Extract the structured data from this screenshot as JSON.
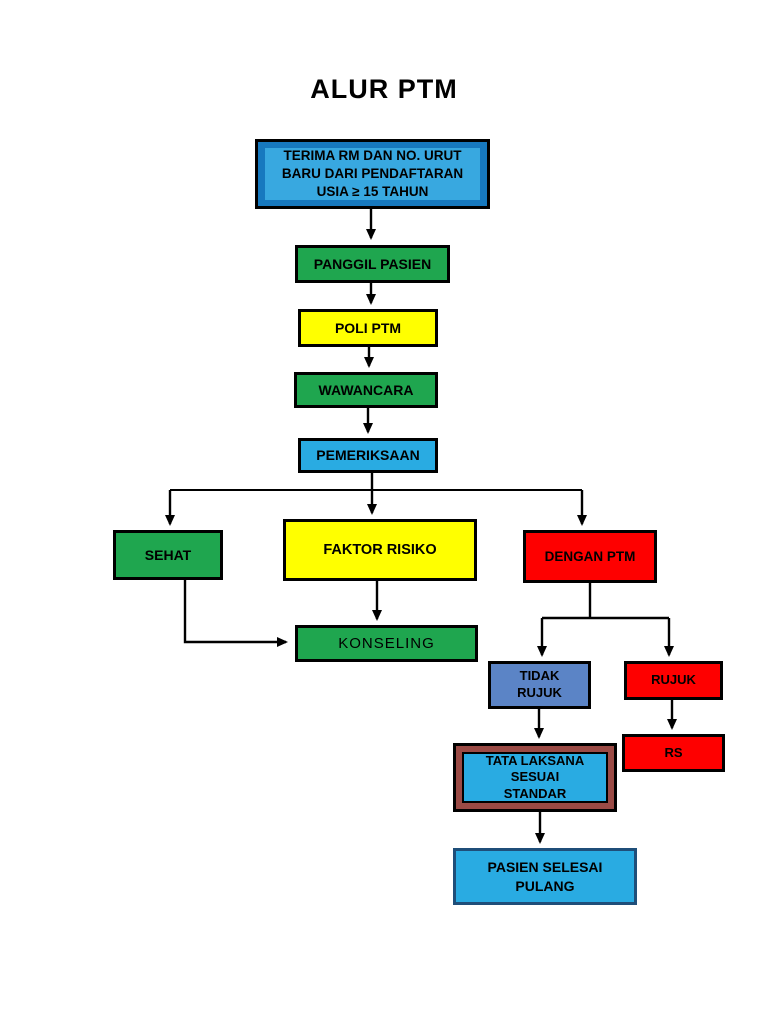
{
  "page": {
    "title": "ALUR PTM",
    "background": "#FFFFFF"
  },
  "colors": {
    "green": "#1FA64F",
    "yellow": "#FFFF00",
    "light_blue": "#29ABE2",
    "red": "#FE0000",
    "steel_blue": "#5B84C6",
    "dark_blue_band": "#1779BF",
    "inner_blue": "#38A8E0",
    "maroon_frame": "#9A4A45",
    "navy_border": "#1F4E79",
    "line": "#000000"
  },
  "flowchart": {
    "nodes": {
      "terima": {
        "label": "TERIMA RM DAN NO. URUT\nBARU DARI PENDAFTARAN\nUSIA ≥ 15 TAHUN",
        "fill": "#1779BF",
        "inner_fill": "#38A8E0",
        "border": "#000000"
      },
      "panggil": {
        "label": "PANGGIL PASIEN",
        "fill": "#1FA64F",
        "border": "#000000"
      },
      "poli": {
        "label": "POLI PTM",
        "fill": "#FFFF00",
        "border": "#000000"
      },
      "wawancara": {
        "label": "WAWANCARA",
        "fill": "#1FA64F",
        "border": "#000000"
      },
      "pemeriksaan": {
        "label": "PEMERIKSAAN",
        "fill": "#29ABE2",
        "border": "#000000"
      },
      "sehat": {
        "label": "SEHAT",
        "fill": "#1FA64F",
        "border": "#000000"
      },
      "faktor": {
        "label": "FAKTOR RISIKO",
        "fill": "#FFFF00",
        "border": "#000000"
      },
      "dengan_ptm": {
        "label": "DENGAN PTM",
        "fill": "#FE0000",
        "border": "#000000"
      },
      "konseling": {
        "label": "KONSELING",
        "fill": "#1FA64F",
        "border": "#000000"
      },
      "tidak_rujuk": {
        "label": "TIDAK\nRUJUK",
        "fill": "#5B84C6",
        "border": "#000000"
      },
      "rujuk": {
        "label": "RUJUK",
        "fill": "#FE0000",
        "border": "#000000"
      },
      "rs": {
        "label": "RS",
        "fill": "#FE0000",
        "border": "#000000"
      },
      "tata": {
        "label": "TATA LAKSANA\nSESUAI\nSTANDAR",
        "fill": "#29ABE2",
        "frame": "#9A4A45",
        "border": "#000000"
      },
      "pasien": {
        "label": "PASIEN SELESAI\nPULANG",
        "fill": "#29ABE2",
        "border": "#1F4E79"
      }
    },
    "edges": [
      {
        "from": "terima",
        "to": "panggil"
      },
      {
        "from": "panggil",
        "to": "poli"
      },
      {
        "from": "poli",
        "to": "wawancara"
      },
      {
        "from": "wawancara",
        "to": "pemeriksaan"
      },
      {
        "from": "pemeriksaan",
        "to": "sehat"
      },
      {
        "from": "pemeriksaan",
        "to": "faktor"
      },
      {
        "from": "pemeriksaan",
        "to": "dengan_ptm"
      },
      {
        "from": "sehat",
        "to": "konseling"
      },
      {
        "from": "faktor",
        "to": "konseling"
      },
      {
        "from": "dengan_ptm",
        "to": "tidak_rujuk"
      },
      {
        "from": "dengan_ptm",
        "to": "rujuk"
      },
      {
        "from": "tidak_rujuk",
        "to": "tata"
      },
      {
        "from": "rujuk",
        "to": "rs"
      },
      {
        "from": "tata",
        "to": "pasien"
      }
    ]
  }
}
